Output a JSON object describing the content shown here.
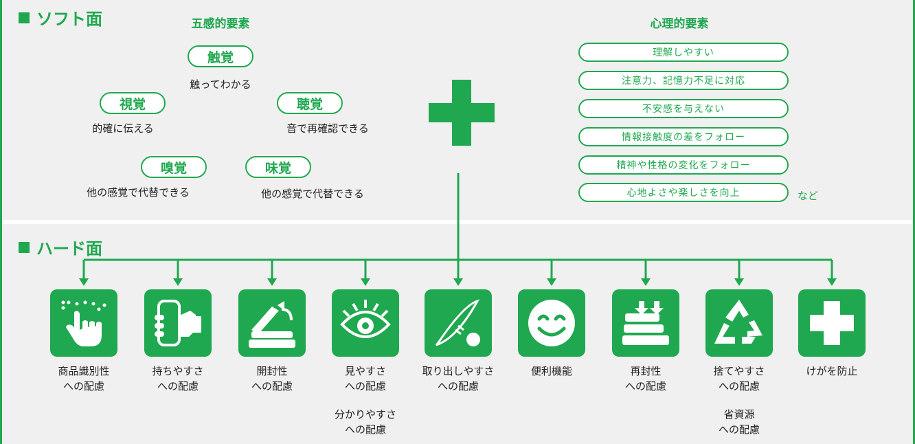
{
  "colors": {
    "accent": "#1fa84f",
    "panel": "#f0f0f0",
    "text": "#222222"
  },
  "soft": {
    "title": "ソフト面",
    "five_senses_heading": "五感的要素",
    "psych_heading": "心理的要素",
    "senses": [
      {
        "name": "触覚",
        "desc": "触ってわかる"
      },
      {
        "name": "視覚",
        "desc": "的確に伝える"
      },
      {
        "name": "聴覚",
        "desc": "音で再確認できる"
      },
      {
        "name": "嗅覚",
        "desc": "他の感覚で代替できる"
      },
      {
        "name": "味覚",
        "desc": "他の感覚で代替できる"
      }
    ],
    "psych_items": [
      "理解しやすい",
      "注意力、記憶力不足に対応",
      "不安感を与えない",
      "情報接触度の差をフォロー",
      "精神や性格の変化をフォロー",
      "心地よさや楽しさを向上"
    ],
    "etc": "など"
  },
  "hard": {
    "title": "ハード面",
    "items": [
      {
        "icon": "braille-touch-icon",
        "line1": "商品識別性",
        "line2": "への配慮"
      },
      {
        "icon": "hand-grip-icon",
        "line1": "持ちやすさ",
        "line2": "への配慮"
      },
      {
        "icon": "open-lid-icon",
        "line1": "開封性",
        "line2": "への配慮",
        "extra1": "",
        "extra2": ""
      },
      {
        "icon": "eye-icon",
        "line1": "見やすさ",
        "line2": "への配慮",
        "extra1": "分かりやすさ",
        "extra2": "への配慮"
      },
      {
        "icon": "take-out-icon",
        "line1": "取り出しやすさ",
        "line2": "への配慮"
      },
      {
        "icon": "smile-icon",
        "line1": "便利機能",
        "line2": ""
      },
      {
        "icon": "reseal-icon",
        "line1": "再封性",
        "line2": "への配慮"
      },
      {
        "icon": "recycle-icon",
        "line1": "捨てやすさ",
        "line2": "への配慮",
        "extra1": "省資源",
        "extra2": "への配慮"
      },
      {
        "icon": "first-aid-cross-icon",
        "line1": "けがを防止",
        "line2": ""
      }
    ]
  }
}
